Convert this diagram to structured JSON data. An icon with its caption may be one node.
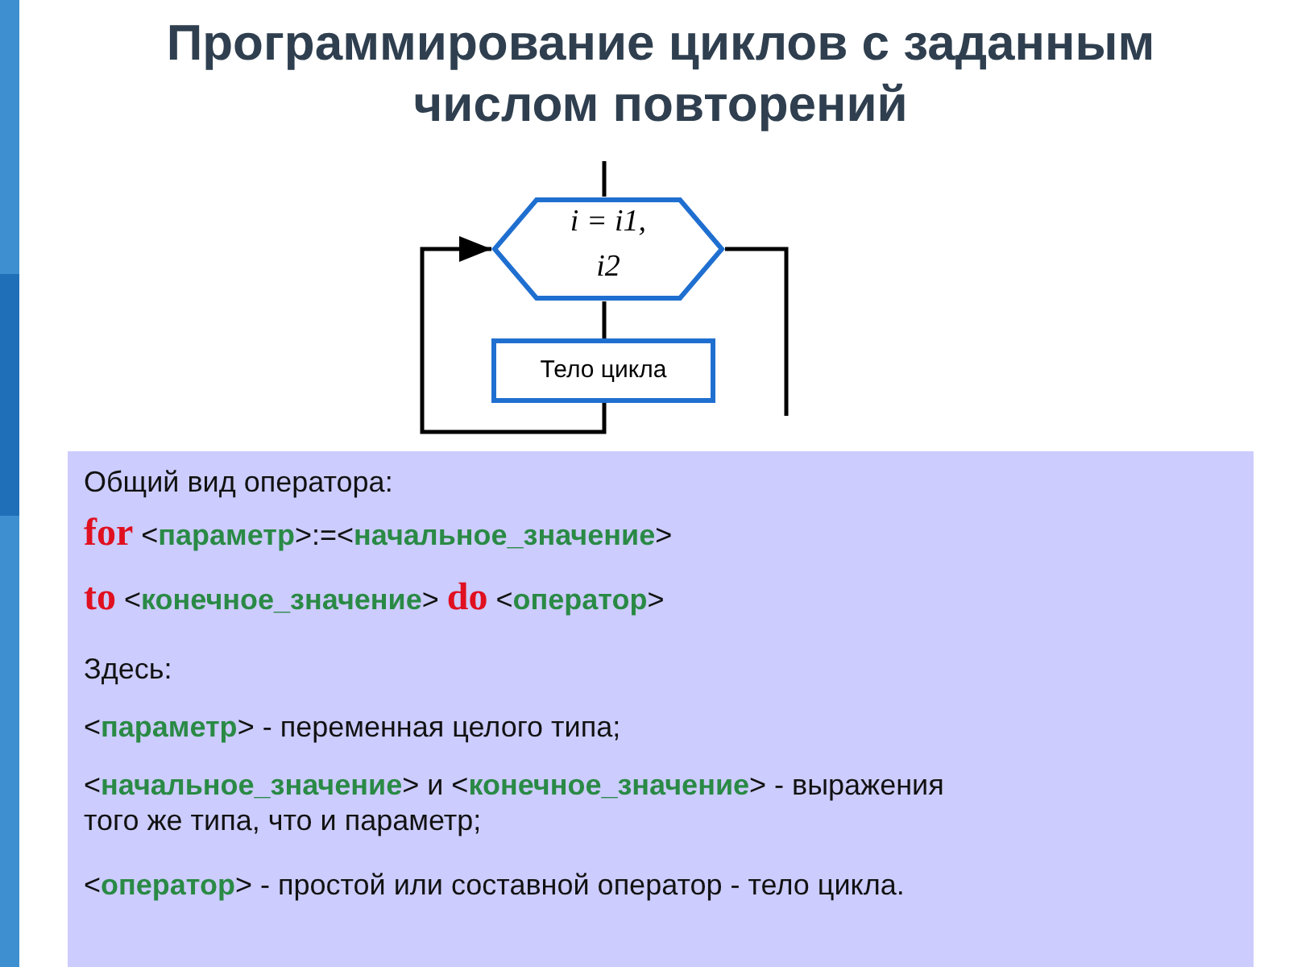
{
  "diagram": {
    "title": "Программирование циклов с заданным числом повторений",
    "nodes": [
      {
        "text": [
          "i = i1, i2"
        ]
      },
      {
        "text": [
          "Тело цикла"
        ]
      },
      {
        "text": [
          "Общий вид оператора:",
          "**for** <**параметр**>:=<**начальное_значение**>",
          "**to** <**конечное_значение**>  **do** <**оператор**>",
          "Здесь:",
          "<**параметр**> - переменная целого типа;",
          "<**начальное_значение**> и <**конечное_значение**> - выражения того же типа, что и параметр;",
          "<**оператор**> - простой или составной оператор - тело цикла."
        ]
      }
    ],
    "edges": [
      {
        "from": null,
        "to": 0,
        "arrow": "none"
      },
      {
        "from": 0,
        "to": 1,
        "arrow": "none"
      },
      {
        "from": 1,
        "to": 0,
        "arrow": "to"
      },
      {
        "from": 0,
        "to": null,
        "arrow": "none"
      }
    ]
  }
}
